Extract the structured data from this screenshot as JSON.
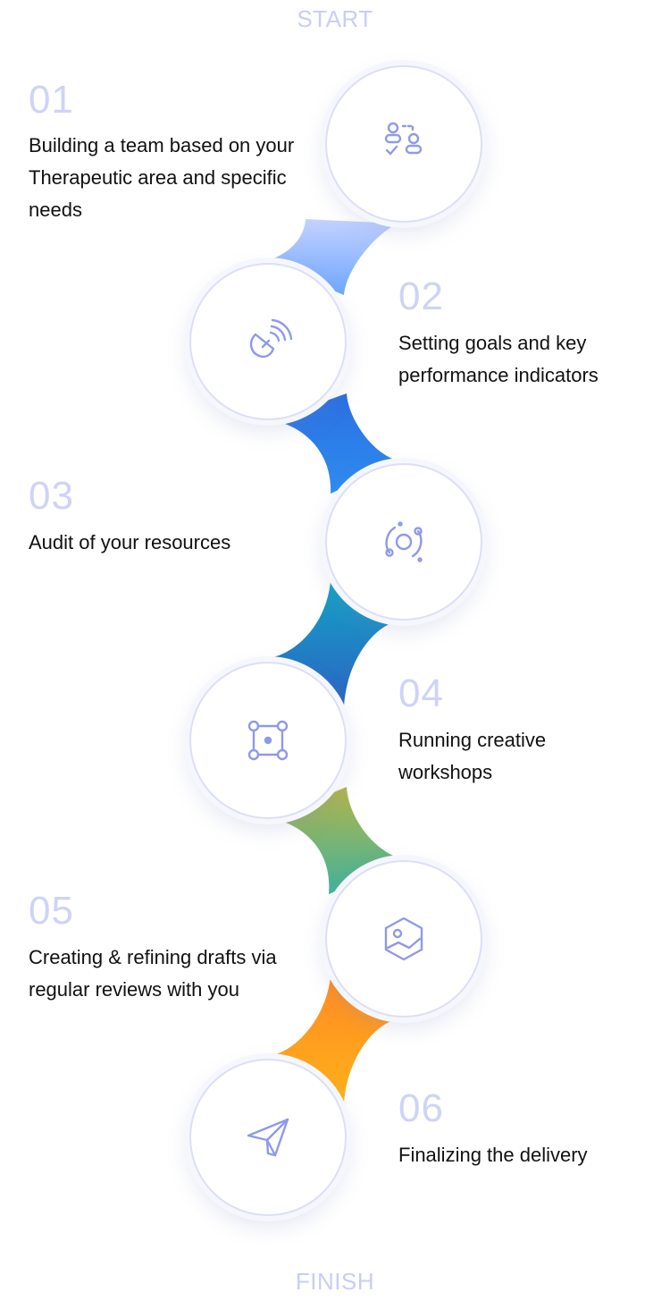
{
  "start_label": "START",
  "finish_label": "FINISH",
  "steps": [
    {
      "number": "01",
      "text": "Building a team based on your Therapeutic area and specific needs",
      "icon": "team-icon"
    },
    {
      "number": "02",
      "text": "Setting goals and key performance indicators",
      "icon": "satellite-dish-icon"
    },
    {
      "number": "03",
      "text": "Audit of your resources",
      "icon": "orbit-icon"
    },
    {
      "number": "04",
      "text": "Running creative workshops",
      "icon": "workshop-frame-icon"
    },
    {
      "number": "05",
      "text": "Creating & refining drafts via regular reviews with you",
      "icon": "image-icon"
    },
    {
      "number": "06",
      "text": "Finalizing the delivery",
      "icon": "paper-plane-icon"
    }
  ],
  "colors": {
    "label": "#c9cdf6",
    "number": "#cfd3f7",
    "text": "#111111",
    "icon": "#8f9ae8",
    "connectors": [
      "#9bb8ff",
      "#2d7bea",
      "#1c86c6",
      "#8ab24f",
      "#ff9a1f"
    ]
  }
}
